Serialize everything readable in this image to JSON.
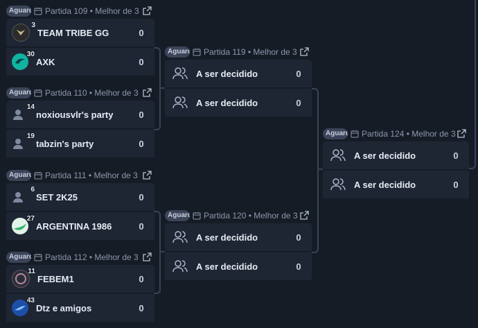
{
  "status_badge": "Aguardando",
  "matches": {
    "m109": {
      "header": "Partida 109 • Melhor de 3",
      "teams": [
        {
          "seed": "3",
          "name": "TEAM TRIBE GG",
          "score": "0"
        },
        {
          "seed": "30",
          "name": "AXK",
          "score": "0"
        }
      ]
    },
    "m110": {
      "header": "Partida 110 • Melhor de 3",
      "teams": [
        {
          "seed": "14",
          "name": "noxiousvlr's party",
          "score": "0"
        },
        {
          "seed": "19",
          "name": "tabzin's party",
          "score": "0"
        }
      ]
    },
    "m111": {
      "header": "Partida 111 • Melhor de 3",
      "teams": [
        {
          "seed": "6",
          "name": "SET 2K25",
          "score": "0"
        },
        {
          "seed": "27",
          "name": "ARGENTINA 1986",
          "score": "0"
        }
      ]
    },
    "m112": {
      "header": "Partida 112 • Melhor de 3",
      "teams": [
        {
          "seed": "11",
          "name": "FEBEM1",
          "score": "0"
        },
        {
          "seed": "43",
          "name": "Dtz e amigos",
          "score": "0"
        }
      ]
    },
    "m119": {
      "header": "Partida 119 • Melhor de 3",
      "teams": [
        {
          "name": "A ser decidido",
          "score": "0"
        },
        {
          "name": "A ser decidido",
          "score": "0"
        }
      ]
    },
    "m120": {
      "header": "Partida 120 • Melhor de 3",
      "teams": [
        {
          "name": "A ser decidido",
          "score": "0"
        },
        {
          "name": "A ser decidido",
          "score": "0"
        }
      ]
    },
    "m124": {
      "header": "Partida 124 • Melhor de 3",
      "teams": [
        {
          "name": "A ser decidido",
          "score": "0"
        },
        {
          "name": "A ser decidido",
          "score": "0"
        }
      ]
    }
  },
  "colors": {
    "background": "#161c26",
    "card": "#1f2633",
    "badge": "#3b4458",
    "connector": "#3a4355"
  },
  "icons": [
    "calendar-icon",
    "external-link-icon",
    "users-icon",
    "team-logo"
  ]
}
